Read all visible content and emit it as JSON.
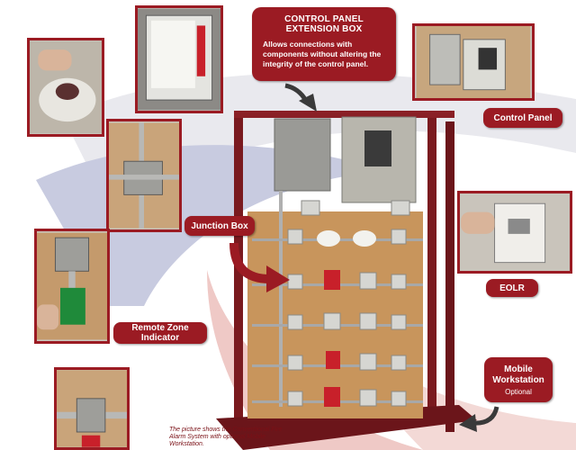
{
  "callouts": {
    "extension_title": "CONTROL PANEL EXTENSION BOX",
    "extension_desc": "Allows connections with components without altering the integrity of the control panel.",
    "control_panel": "Control Panel",
    "junction_box": "Junction Box",
    "eolr": "EOLR",
    "remote_zone": "Remote Zone Indicator",
    "mobile_title": "Mobile Workstation",
    "mobile_sub": "Optional"
  },
  "caption": "The picture shows the Conventional Fire Alarm System with optional Mobile Workstation.",
  "colors": {
    "accent": "#9b1b23",
    "board": "#c8955c",
    "frame": "#7a1a1f"
  }
}
